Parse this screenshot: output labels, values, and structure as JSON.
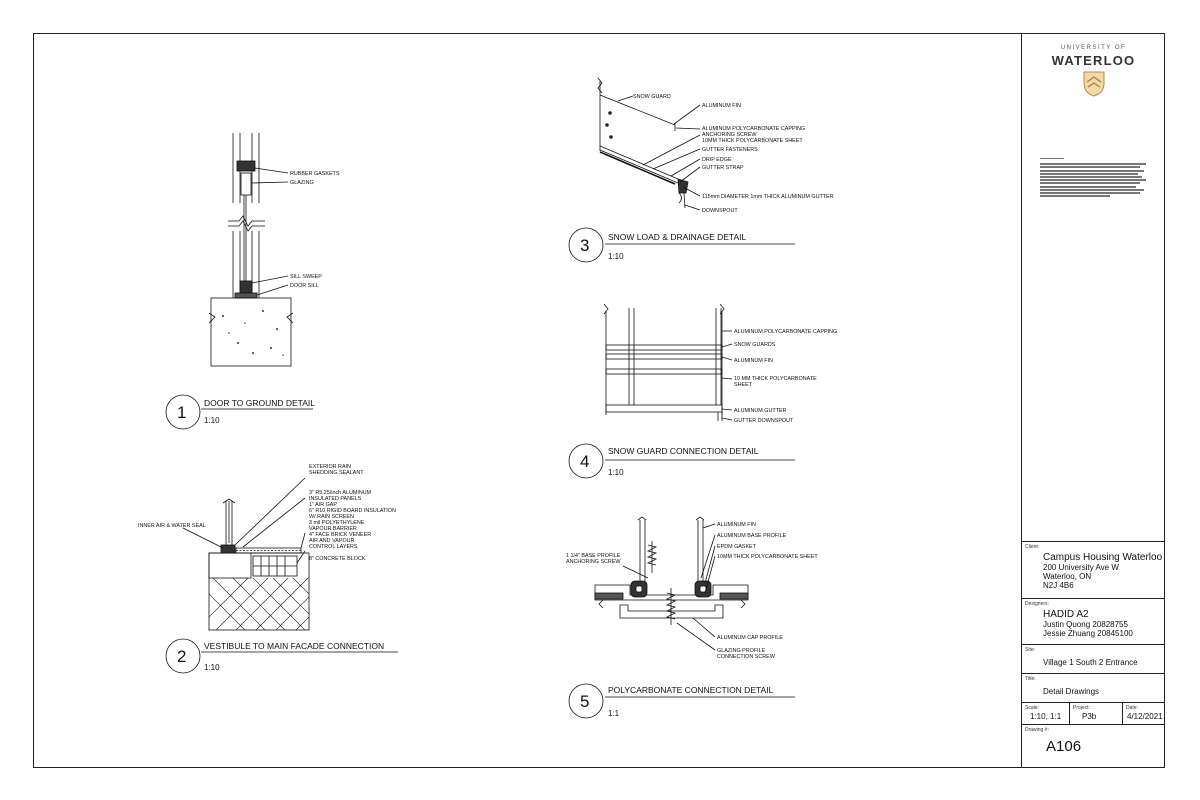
{
  "details": {
    "d1": {
      "number": "1",
      "title": "DOOR TO GROUND DETAIL",
      "scale": "1:10",
      "callouts": [
        "RUBBER GASKETS",
        "GLAZING",
        "SILL SWEEP",
        "DOOR SILL"
      ]
    },
    "d2": {
      "number": "2",
      "title": "VESTIBULE TO MAIN FACADE CONNECTION",
      "scale": "1:10",
      "callout_left": "INNER AIR & WATER SEAL",
      "callouts": [
        "EXTERIOR RAIN",
        "SHEDDING SEALANT",
        "3\" R5.25/inch ALUMINUM",
        "INSULATED PANELS",
        "1\" AIR GAP",
        "6\" R10 RIGID BOARD INSULATION",
        "W/ RAIN SCREEN",
        "3 mil POLYETHYLENE",
        "VAPOUR BARRIER",
        "4\" FACE BRICK VENEER",
        "AIR AND VAPOUR",
        "CONTROL LAYERS",
        "8\" CONCRETE BLOCK"
      ]
    },
    "d3": {
      "number": "3",
      "title": "SNOW LOAD & DRAINAGE DETAIL",
      "scale": "1:10",
      "callout_left": "SNOW GUARD",
      "callouts": [
        "ALUMINUM FIN",
        "ALUMINUM POLYCARBONATE CAPPING",
        "ANCHORING SCREW",
        "10MM THICK POLYCARBONATE SHEET",
        "GUTTER FASTENERS",
        "DRIP EDGE",
        "GUTTER STRAP",
        "115mm DIAMETER 1mm THICK ALUMINUM GUTTER",
        "DOWNSPOUT"
      ]
    },
    "d4": {
      "number": "4",
      "title": "SNOW GUARD CONNECTION DETAIL",
      "scale": "1:10",
      "callouts": [
        "ALUMINUM POLYCARBONATE CAPPING",
        "SNOW GUARDS",
        "ALUMINUM FIN",
        "10 MM THICK POLYCARBONATE",
        "SHEET",
        "ALUMINUM GUTTER",
        "GUTTER DOWNSPOUT"
      ]
    },
    "d5": {
      "number": "5",
      "title": "POLYCARBONATE CONNECTION DETAIL",
      "scale": "1:1",
      "callouts_left": [
        "1 1/4\" BASE PROFILE",
        "ANCHORING SCREW"
      ],
      "callouts": [
        "ALUMINUM FIN",
        "ALUMINUM BASE PROFILE",
        "EPDM GASKET",
        "10MM THICK POLYCARBONATE SHEET",
        "ALUMINUM CAP PROFILE",
        "GLAZING PROFILE",
        "CONNECTION SCREW"
      ]
    }
  },
  "title_block": {
    "logo_top": "UNIVERSITY OF",
    "logo_main": "WATERLOO",
    "client_label": "Client:",
    "client_lines": [
      "Campus Housing Waterloo",
      "200 University Ave W",
      "Waterloo, ON",
      "N2J 4B6"
    ],
    "designers_label": "Designers:",
    "designer_lines": [
      "HADID A2",
      "Justin Quong 20828755",
      "Jessie Zhuang 20845100"
    ],
    "site_label": "Site:",
    "site": "Village 1 South 2 Entrance",
    "title_label": "Title:",
    "title": "Detail Drawings",
    "scale_label": "Scale:",
    "scale": "1:10, 1:1",
    "project_label": "Project:",
    "project": "P3b",
    "date_label": "Date:",
    "date": "4/12/2021",
    "drawing_label": "Drawing #:",
    "drawing": "A106"
  }
}
